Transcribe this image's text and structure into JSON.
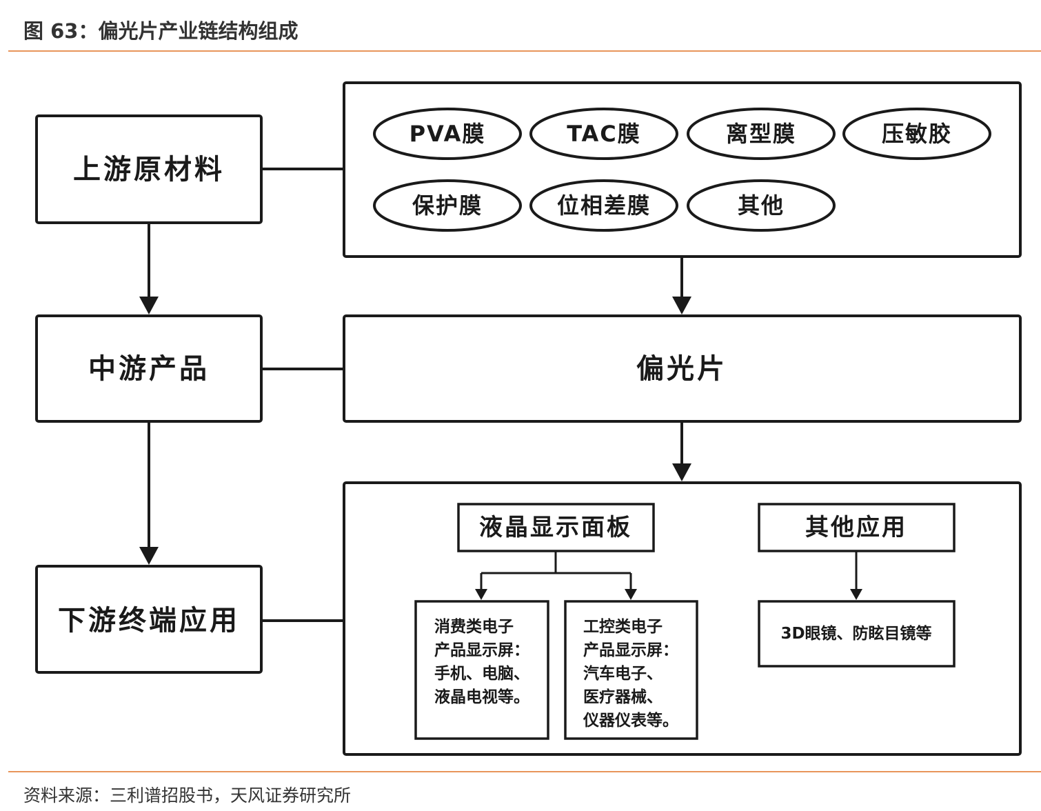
{
  "figure_title": "图 63：偏光片产业链结构组成",
  "source_note": "资料来源：三利谱招股书，天风证券研究所",
  "stages": {
    "upstream": "上游原材料",
    "midstream": "中游产品",
    "downstream": "下游终端应用"
  },
  "raw_materials": [
    "PVA膜",
    "TAC膜",
    "离型膜",
    "压敏胶",
    "保护膜",
    "位相差膜",
    "其他"
  ],
  "product": "偏光片",
  "applications": {
    "lcd_panel": {
      "label": "液晶显示面板",
      "consumer": [
        "消费类电子",
        "产品显示屏：",
        "手机、电脑、",
        "液晶电视等。"
      ],
      "industrial": [
        "工控类电子",
        "产品显示屏：",
        "汽车电子、",
        "医疗器械、",
        "仪器仪表等。"
      ]
    },
    "other": {
      "label": "其他应用",
      "detail": "3D眼镜、防眩目镜等"
    }
  },
  "colors": {
    "accent_rule": "#e8955a",
    "stroke": "#1a1a1a"
  }
}
